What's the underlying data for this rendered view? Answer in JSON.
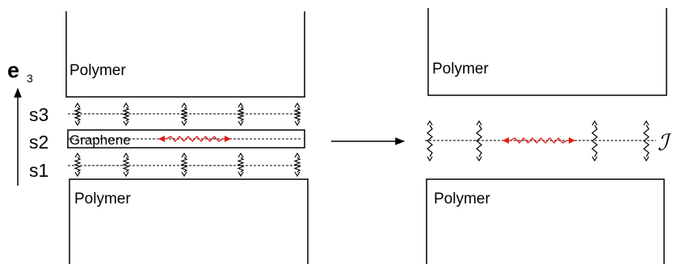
{
  "left_panel": {
    "top_block_label": "Polymer",
    "bottom_block_label": "Polymer",
    "layer_label": "Graphene",
    "axis_vector": "e",
    "axis_subscript": "3",
    "layers": [
      "s3",
      "s2",
      "s1"
    ]
  },
  "right_panel": {
    "top_block_label": "Polymer",
    "bottom_block_label": "Polymer",
    "interface_symbol": "ℐ"
  },
  "colors": {
    "stroke": "#000000",
    "in_plane_spring": "#e01b1b"
  },
  "icons": {
    "vertical_spring": "zigzag-spring-with-arrows",
    "horizontal_spring": "zigzag-spring-with-arrows",
    "transform_arrow": "right-arrow"
  }
}
